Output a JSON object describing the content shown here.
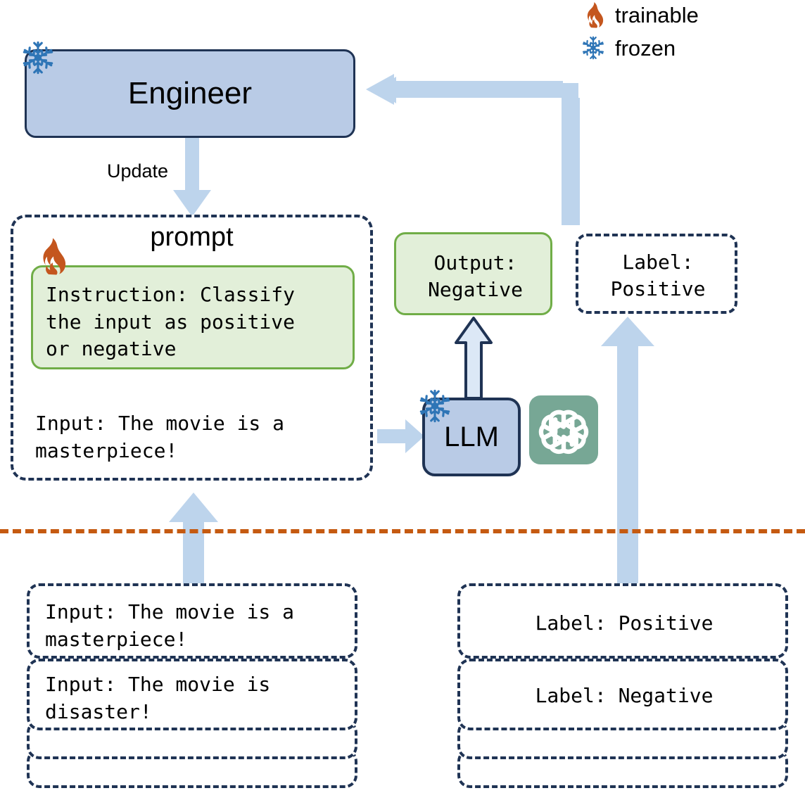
{
  "legend": {
    "items": [
      {
        "icon": "fire-icon",
        "label": "trainable",
        "color": "#c4561e"
      },
      {
        "icon": "snowflake-icon",
        "label": "frozen",
        "color": "#2e75b6"
      }
    ]
  },
  "diagram": {
    "engineer": {
      "title": "Engineer",
      "icon": "snowflake-icon"
    },
    "update_arrow": {
      "label": "Update"
    },
    "prompt": {
      "title": "prompt",
      "icon": "fire-icon",
      "instruction": "Instruction: Classify\nthe input as positive\nor negative",
      "input": "Input: The movie is a\nmasterpiece!"
    },
    "llm": {
      "title": "LLM",
      "icon": "snowflake-icon",
      "vendor_icon": "openai-logo"
    },
    "output": {
      "text": "Output:\nNegative"
    },
    "label_box": {
      "text": "Label:\nPositive"
    },
    "input_stack": {
      "items": [
        "Input: The movie is a\nmasterpiece!",
        "Input: The movie is\ndisaster!",
        "",
        ""
      ]
    },
    "label_stack": {
      "items": [
        "Label: Positive",
        "Label: Negative",
        "",
        ""
      ]
    },
    "divider": {
      "style": "dashed",
      "color": "#c55a11"
    }
  },
  "colors": {
    "box_blue_fill": "#b9cbe6",
    "box_navy_border": "#1f3354",
    "green_fill": "#e2efd9",
    "green_border": "#70ad47",
    "arrow_blue": "#bdd4ec",
    "openai_teal": "#77a795",
    "divider_orange": "#c55a11",
    "fire_orange": "#c4561e",
    "snow_blue": "#2e75b6"
  }
}
